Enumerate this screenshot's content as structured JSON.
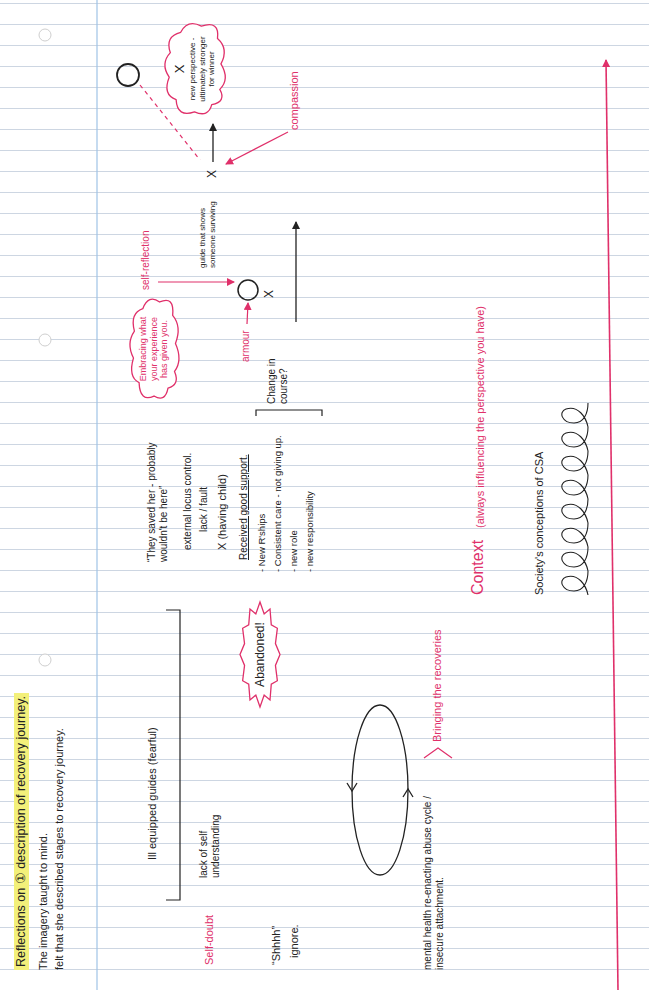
{
  "diagram": {
    "title": "Reflections on ① description of recovery journey.",
    "nodes": [
      {
        "text": [
          "Embracing what your experience has given you."
        ]
      },
      {
        "text": [
          "Abandoned!"
        ]
      },
      {
        "text": [
          "X",
          "new perspective - ultimately stronger for winner"
        ]
      }
    ],
    "labels": [
      "The imagery taught to mind.",
      "felt that she described stages to recovery journey.",
      "Ill equipped guides (fearful)",
      "Self-doubt",
      "lack of self understanding",
      "“Shhhh”",
      "ignore.",
      "mental health re-enacting abuse cycle / insecure attachment.",
      "Bringing the recoveries",
      "“They saved her - probably wouldn't be here”",
      "external locus control.",
      "lack / fault",
      "X (having child)",
      "Received good support.",
      "- New R'ships",
      "- Consistent care - not giving up.",
      "- new role",
      "- new responsibility",
      "Change in course?",
      "self-reflection",
      "armour",
      "guide that shows someone surviving",
      "X",
      "X",
      "compassion",
      "Context",
      "(always influencing the perspective you have)",
      "Society's conceptions of CSA"
    ]
  }
}
